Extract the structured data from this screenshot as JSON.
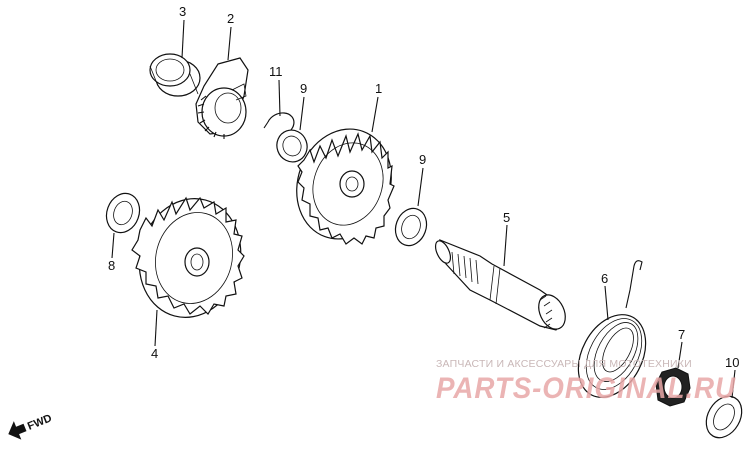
{
  "callouts": {
    "c1": "1",
    "c2": "2",
    "c3": "3",
    "c4": "4",
    "c5": "5",
    "c6": "6",
    "c7": "7",
    "c8": "8",
    "c9a": "9",
    "c9b": "9",
    "c10": "10",
    "c11": "11"
  },
  "direction": {
    "label": "FWD"
  },
  "watermark": {
    "line1": "ЗАПЧАСТИ И АКСЕССУАРЫ ДЛЯ МОТОТЕХНИКИ",
    "line2": "PARTS-ORIGINAL.RU"
  }
}
